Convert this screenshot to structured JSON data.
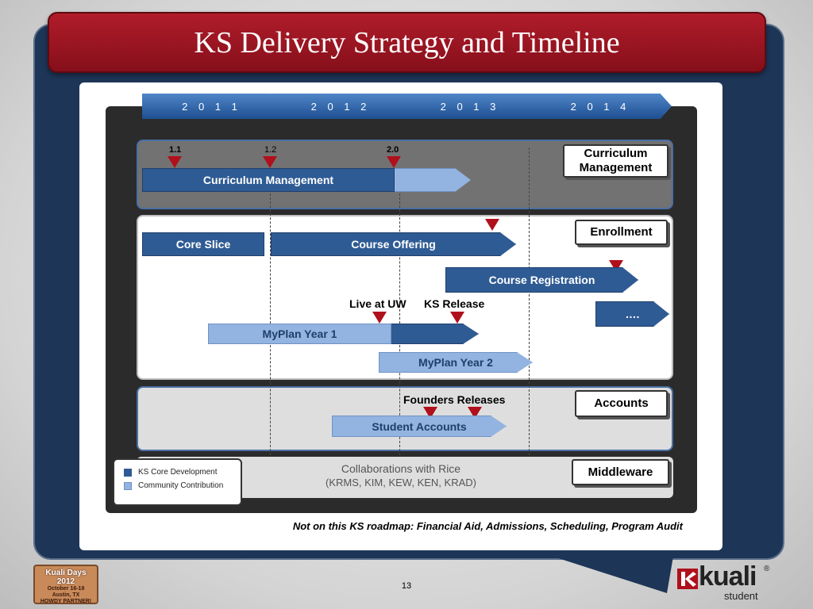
{
  "title": "KS Delivery Strategy and Timeline",
  "years": [
    "2 0 1 1",
    "2 0 1 2",
    "2 0 1 3",
    "2 0 1 4"
  ],
  "lanes": {
    "curriculum": "Curriculum Management",
    "enrollment": "Enrollment",
    "accounts": "Accounts",
    "middleware": "Middleware"
  },
  "markers": {
    "v1_1": "1.1",
    "v1_2": "1.2",
    "v2_0": "2.0"
  },
  "bars": {
    "curriculum_management": "Curriculum Management",
    "core_slice": "Core Slice",
    "course_offering": "Course Offering",
    "course_registration": "Course Registration",
    "more": "….",
    "myplan_year1": "MyPlan Year 1",
    "myplan_year2": "MyPlan Year 2",
    "student_accounts": "Student Accounts"
  },
  "callouts": {
    "live_at_uw": "Live at UW",
    "ks_release": "KS Release",
    "founders_releases": "Founders Releases"
  },
  "middleware": {
    "line1": "Collaborations with Rice",
    "line2": "(KRMS, KIM, KEW, KEN, KRAD)"
  },
  "legend": {
    "core": "KS Core Development",
    "community": "Community Contribution"
  },
  "colors": {
    "core": "#2f5b94",
    "community": "#93b3e0",
    "marker": "#b0101c",
    "title_bar": "#a51525",
    "navy": "#1d3557"
  },
  "footnote": "Not on this KS roadmap: Financial Aid,  Admissions, Scheduling, Program Audit",
  "page_number": "13",
  "badge": {
    "line1": "Kuali Days",
    "line2": "2012",
    "line3": "October 16-18",
    "line4": "Austin, TX",
    "line5": "HOWDY PARTNER!"
  },
  "logo": {
    "word": "kuali",
    "sub": "student",
    "reg": "®"
  }
}
